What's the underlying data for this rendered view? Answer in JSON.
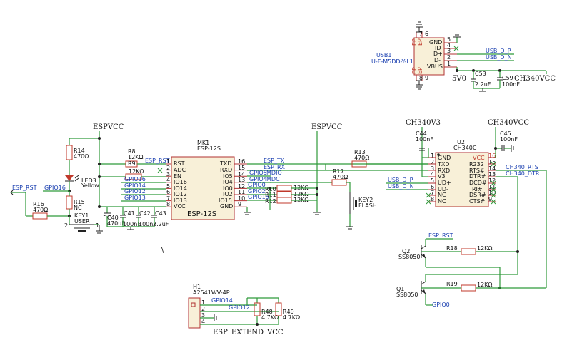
{
  "labels": {
    "espvcc": "ESPVCC",
    "ch340v3": "CH340V3",
    "ch340vcc": "CH340VCC",
    "esp_extend_vcc": "ESP_EXTEND_VCC",
    "v5": "5V0",
    "backslash": "\\"
  },
  "usb": {
    "ref": "USB1",
    "part": "U-F-M5DD-Y-L1",
    "pins": [
      "GND",
      "ID",
      "D+",
      "D-",
      "VBUS"
    ],
    "nums": [
      "5",
      "4",
      "3",
      "2",
      "1"
    ],
    "ep": [
      "EP",
      "EP",
      "EP",
      "EP"
    ],
    "epnum": [
      "7",
      "6",
      "8",
      "9"
    ],
    "net_dp": "USB_D_P",
    "net_dn": "USB_D_N"
  },
  "caps_top": {
    "c53": "C53",
    "c53v": "2.2uF",
    "c59": "C59",
    "c59v": "100nF"
  },
  "esp": {
    "ref": "MK1",
    "part": "ESP-12S",
    "body": "ESP-12S",
    "left_pins": [
      "RST",
      "ADC",
      "EN",
      "IO16",
      "IO14",
      "IO12",
      "IO13",
      "VCC"
    ],
    "left_nums": [
      "1",
      "2",
      "3",
      "4",
      "5",
      "6",
      "7",
      "8"
    ],
    "right_pins": [
      "TXD",
      "RXD",
      "IO5",
      "IO4",
      "IO0",
      "IO2",
      "IO15",
      "GND"
    ],
    "right_nums": [
      "16",
      "15",
      "14",
      "13",
      "12",
      "11",
      "10",
      "9"
    ]
  },
  "left": {
    "r14": "R14",
    "r14v": "470Ω",
    "led3": "LED3",
    "led3c": "Yellow",
    "r15": "R15",
    "r15v": "NC",
    "r16": "R16",
    "r16v": "470Ω",
    "key1": "KEY1",
    "key1v": "USER",
    "esp_rst": "ESP_RST",
    "gpio16": "GPIO16",
    "r8": "R8",
    "r8v": "12KΩ",
    "r9": "R9",
    "r9v": "12KΩ",
    "esp_rst2": "ESP_RST",
    "n_gpio16": "GPIO16",
    "n_gpio14": "GPIO14",
    "n_gpio12": "GPIO12",
    "n_gpio13": "GPIO13",
    "c40": "C40",
    "c40v": "470uF",
    "c41": "C41",
    "c41v": "100nF",
    "c42": "C42",
    "c42v": "100nF",
    "c43": "C43",
    "c43v": "2.2uF"
  },
  "mid": {
    "esp_tx": "ESP_TX",
    "esp_rx": "ESP_RX",
    "gpio5": "GPIO5",
    "mdio": "MDIO",
    "gpio4": "GPIO4",
    "mdc": "MDC",
    "gpio0": "GPIO0",
    "gpio2": "GPIO2",
    "gpio15": "GPIO15",
    "r10": "R10",
    "r11": "R11",
    "r12": "R12",
    "rv": "12KΩ",
    "r17": "R17",
    "r17v": "470Ω",
    "r13": "R13",
    "r13v": "470Ω",
    "key2": "KEY2",
    "key2v": "FLASH"
  },
  "ch340": {
    "ref": "U2",
    "part": "CH340C",
    "c44": "C44",
    "c44v": "100nF",
    "c45": "C45",
    "c45v": "100nF",
    "left_pins": [
      "GND",
      "TXD",
      "RXD",
      "V3",
      "UD+",
      "UD-",
      "NC",
      "NC"
    ],
    "left_nums": [
      "1",
      "2",
      "3",
      "4",
      "5",
      "6",
      "7",
      "8"
    ],
    "right_pins": [
      "VCC",
      "R232",
      "RTS#",
      "DTR#",
      "DCD#",
      "RI#",
      "DSR#",
      "CTS#"
    ],
    "right_nums": [
      "16",
      "15",
      "14",
      "13",
      "12",
      "11",
      "10",
      "9"
    ],
    "rts": "CH340_RTS",
    "dtr": "CH340_DTR",
    "usb_dp": "USB_D_P",
    "usb_dn": "USB_D_N"
  },
  "auto": {
    "esp_rst": "ESP_RST",
    "q2": "Q2",
    "q2v": "SS8050",
    "q1": "Q1",
    "q1v": "SS8050",
    "r18": "R18",
    "r18v": "12KΩ",
    "r19": "R19",
    "r19v": "12KΩ",
    "gpio0": "GPIO0"
  },
  "header": {
    "ref": "H1",
    "part": "A2541WV-4P",
    "pins": [
      "1",
      "2",
      "3",
      "4"
    ],
    "gpio14": "GPIO14",
    "gpio12": "GPIO12",
    "r48": "R48",
    "r48v": "4.7KΩ",
    "r49": "R49",
    "r49v": "4.7KΩ"
  }
}
